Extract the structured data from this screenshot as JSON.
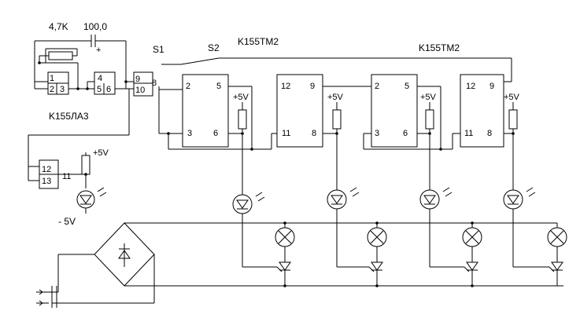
{
  "labels": {
    "resistor": "4,7K",
    "capacitor": "100,0",
    "cap_plus": "+",
    "switch1": "S1",
    "switch2": "S2",
    "chip_ttm2_a": "K155TM2",
    "chip_ttm2_b": "K155TM2",
    "chip_la3": "K155ЛА3",
    "plus5v": "+5V",
    "minus5v": "- 5V"
  },
  "pins": {
    "la3_a": [
      "1",
      "2",
      "3"
    ],
    "la3_b": [
      "4",
      "5",
      "6"
    ],
    "nand_c": [
      "9",
      "10",
      "8"
    ],
    "nand_d": [
      "12",
      "13",
      "11"
    ],
    "ff1": [
      "2",
      "5",
      "3",
      "6"
    ],
    "ff2": [
      "12",
      "9",
      "11",
      "8"
    ],
    "ff3": [
      "2",
      "5",
      "3",
      "6"
    ],
    "ff4": [
      "12",
      "9",
      "11",
      "8"
    ]
  }
}
